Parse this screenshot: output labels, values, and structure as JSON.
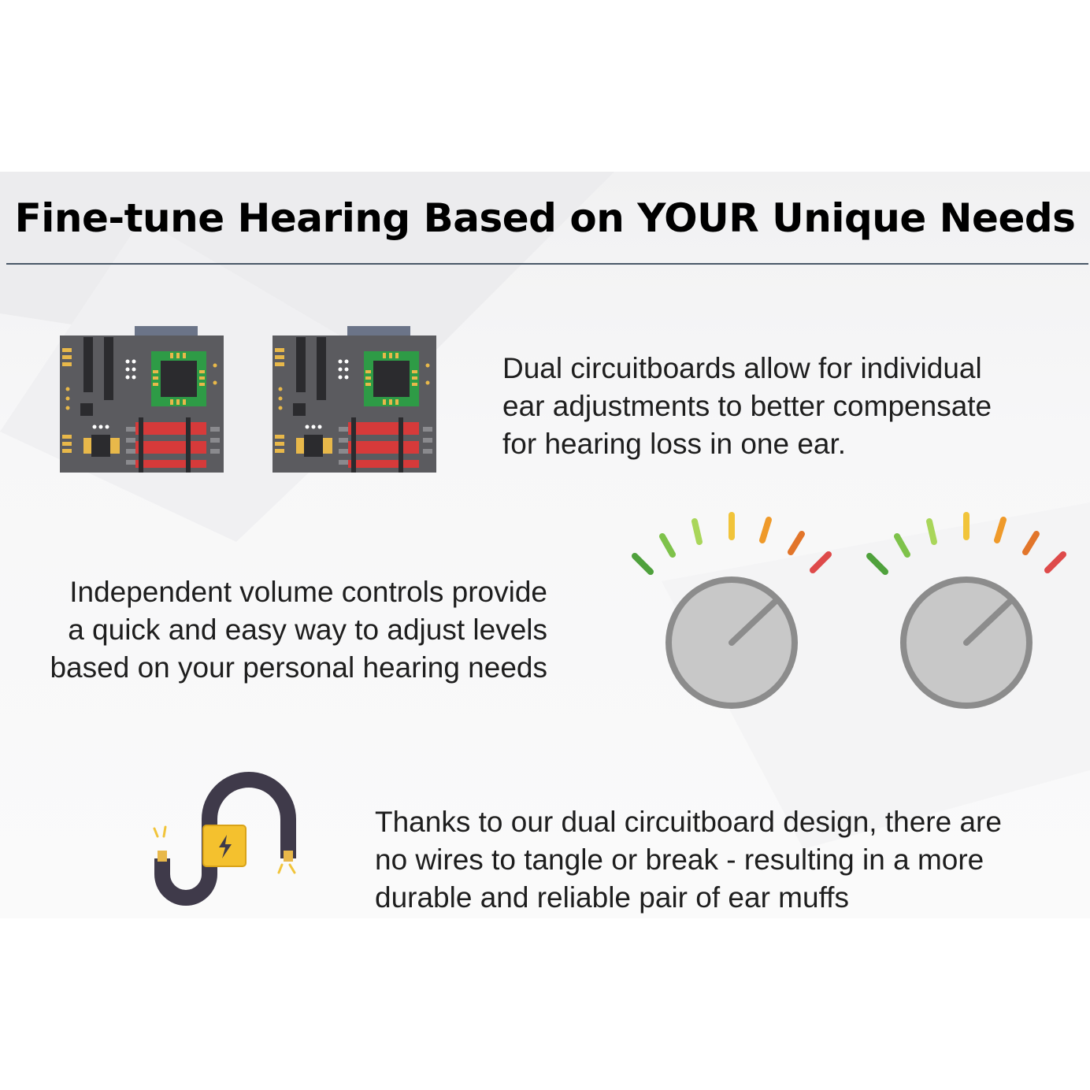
{
  "title": "Fine-tune Hearing Based on YOUR Unique Needs",
  "features": [
    {
      "icon": "circuit-board-icon",
      "lines": [
        "Dual circuitboards allow for individual",
        "ear adjustments to better compensate",
        "for hearing loss in one ear."
      ]
    },
    {
      "icon": "volume-dial-icon",
      "lines": [
        "Independent volume controls provide",
        "a quick and easy way to adjust levels",
        "based on your personal hearing needs"
      ]
    },
    {
      "icon": "cable-icon",
      "lines": [
        "Thanks to our dual circuitboard design, there are",
        "no wires to tangle or break - resulting in a more",
        "durable and reliable pair of ear muffs"
      ]
    }
  ],
  "colors": {
    "board": "#5b5b5f",
    "chip_green": "#2e9b46",
    "stripe_red": "#d63a3a",
    "pad_gold": "#e8b84a",
    "dial_fill": "#c8c8c8",
    "dial_ring": "#8c8c8c",
    "cable": "#3f3a4a",
    "connector": "#f4c12e",
    "rule": "#4a5868"
  }
}
